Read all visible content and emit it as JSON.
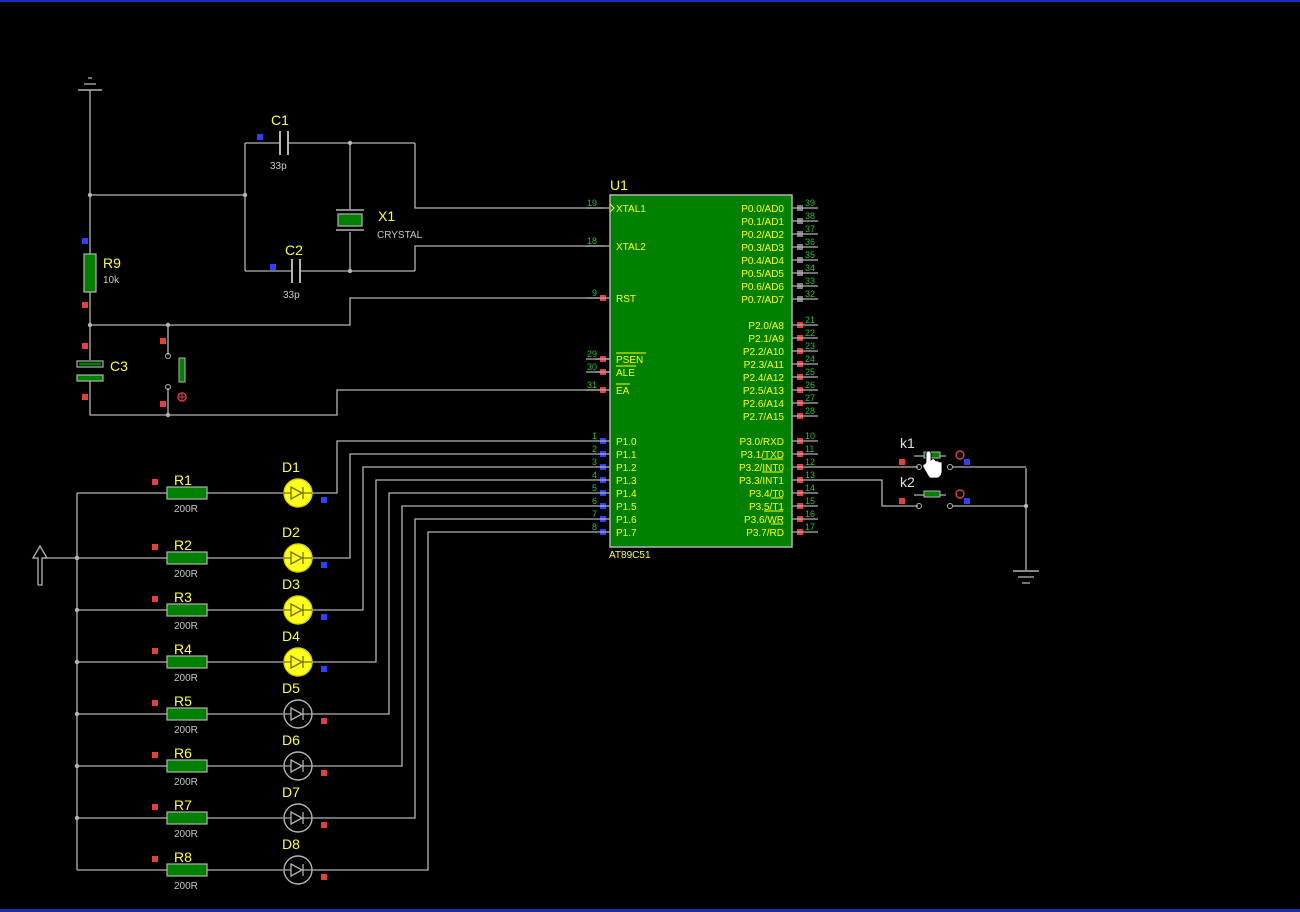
{
  "mcu": {
    "ref": "U1",
    "part": "AT89C51",
    "left_pins": [
      {
        "num": "19",
        "label": "XTAL1"
      },
      {
        "num": "18",
        "label": "XTAL2"
      },
      {
        "num": "9",
        "label": "RST"
      },
      {
        "num": "29",
        "label": "PSEN"
      },
      {
        "num": "30",
        "label": "ALE"
      },
      {
        "num": "31",
        "label": "EA"
      },
      {
        "num": "1",
        "label": "P1.0"
      },
      {
        "num": "2",
        "label": "P1.1"
      },
      {
        "num": "3",
        "label": "P1.2"
      },
      {
        "num": "4",
        "label": "P1.3"
      },
      {
        "num": "5",
        "label": "P1.4"
      },
      {
        "num": "6",
        "label": "P1.5"
      },
      {
        "num": "7",
        "label": "P1.6"
      },
      {
        "num": "8",
        "label": "P1.7"
      }
    ],
    "right_pins": [
      {
        "num": "39",
        "label": "P0.0/AD0"
      },
      {
        "num": "38",
        "label": "P0.1/AD1"
      },
      {
        "num": "37",
        "label": "P0.2/AD2"
      },
      {
        "num": "36",
        "label": "P0.3/AD3"
      },
      {
        "num": "35",
        "label": "P0.4/AD4"
      },
      {
        "num": "34",
        "label": "P0.5/AD5"
      },
      {
        "num": "33",
        "label": "P0.6/AD6"
      },
      {
        "num": "32",
        "label": "P0.7/AD7"
      },
      {
        "num": "21",
        "label": "P2.0/A8"
      },
      {
        "num": "22",
        "label": "P2.1/A9"
      },
      {
        "num": "23",
        "label": "P2.2/A10"
      },
      {
        "num": "24",
        "label": "P2.3/A11"
      },
      {
        "num": "25",
        "label": "P2.4/A12"
      },
      {
        "num": "26",
        "label": "P2.5/A13"
      },
      {
        "num": "27",
        "label": "P2.6/A14"
      },
      {
        "num": "28",
        "label": "P2.7/A15"
      },
      {
        "num": "10",
        "label": "P3.0/RXD"
      },
      {
        "num": "11",
        "label": "P3.1/TXD"
      },
      {
        "num": "12",
        "label": "P3.2/INT0"
      },
      {
        "num": "13",
        "label": "P3.3/INT1"
      },
      {
        "num": "14",
        "label": "P3.4/T0"
      },
      {
        "num": "15",
        "label": "P3.5/T1"
      },
      {
        "num": "16",
        "label": "P3.6/WR"
      },
      {
        "num": "17",
        "label": "P3.7/RD"
      }
    ]
  },
  "components": {
    "c1": {
      "ref": "C1",
      "value": "33p"
    },
    "c2": {
      "ref": "C2",
      "value": "33p"
    },
    "x1": {
      "ref": "X1",
      "value": "CRYSTAL"
    },
    "r9": {
      "ref": "R9",
      "value": "10k"
    },
    "c3": {
      "ref": "C3"
    },
    "k1": {
      "ref": "k1"
    },
    "k2": {
      "ref": "k2"
    }
  },
  "led_rows": [
    {
      "r": "R1",
      "rv": "200R",
      "d": "D1",
      "lit": true
    },
    {
      "r": "R2",
      "rv": "200R",
      "d": "D2",
      "lit": true
    },
    {
      "r": "R3",
      "rv": "200R",
      "d": "D3",
      "lit": true
    },
    {
      "r": "R4",
      "rv": "200R",
      "d": "D4",
      "lit": true
    },
    {
      "r": "R5",
      "rv": "200R",
      "d": "D5",
      "lit": false
    },
    {
      "r": "R6",
      "rv": "200R",
      "d": "D6",
      "lit": false
    },
    {
      "r": "R7",
      "rv": "200R",
      "d": "D7",
      "lit": false
    },
    {
      "r": "R8",
      "rv": "200R",
      "d": "D8",
      "lit": false
    }
  ],
  "colors": {
    "background": "#000000",
    "wire": "#b4b4b4",
    "chip_fill": "#008000",
    "chip_text": "#ffff00",
    "pin_number": "#2fbf2f",
    "ref_label": "#ffff40",
    "value_label": "#c8c8c8",
    "led_on": "#ffff20",
    "state_high": "#e04040",
    "state_low": "#3040ff",
    "state_float": "#808080",
    "frame": "#1a2fb0"
  },
  "icons": {
    "pointer": "hand-cursor-icon",
    "power": "power-terminal-icon",
    "ground": "ground-icon"
  }
}
